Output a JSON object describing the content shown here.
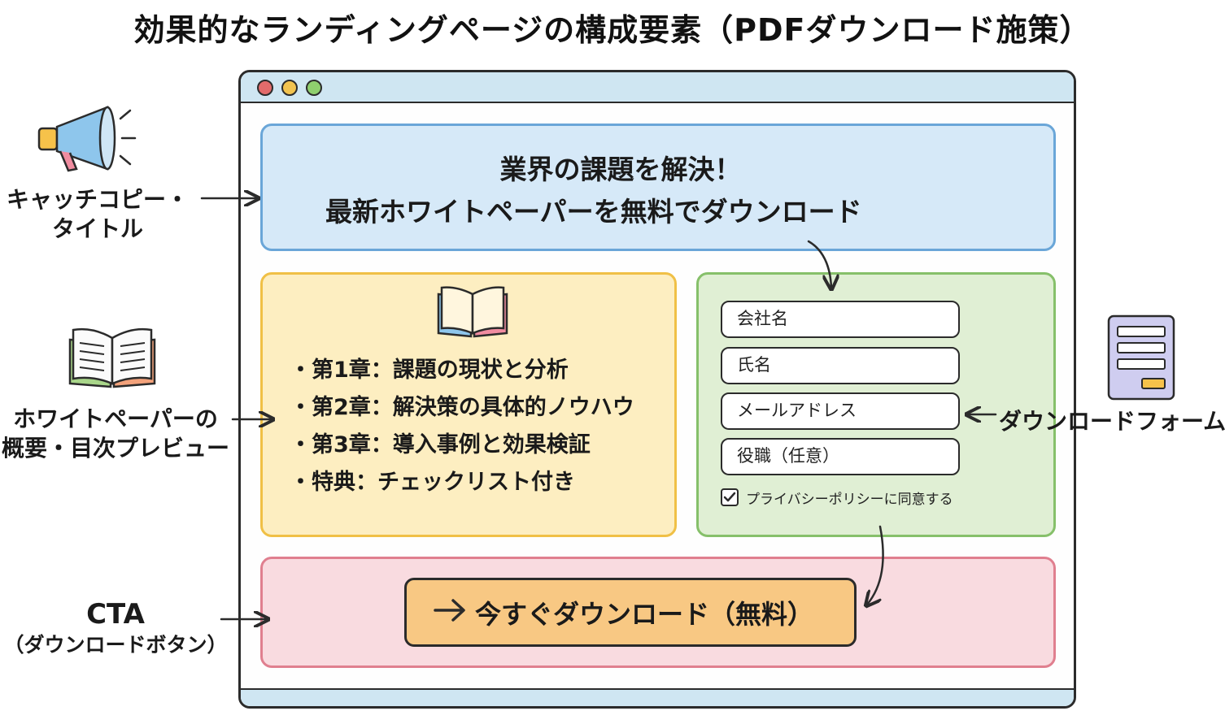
{
  "title": "効果的なランディングページの構成要素（PDFダウンロード施策）",
  "header": {
    "line1": "業界の課題を解決！",
    "line2": "最新ホワイトペーパーを無料でダウンロード"
  },
  "preview": {
    "items": [
      "第1章：課題の現状と分析",
      "第2章：解決策の具体的ノウハウ",
      "第3章：導入事例と効果検証",
      "特典：チェックリスト付き"
    ]
  },
  "form": {
    "fields": [
      "会社名",
      "氏名",
      "メールアドレス",
      "役職（任意）"
    ],
    "checkbox_label": "プライバシーポリシーに同意する",
    "checkbox_checked": true
  },
  "cta": {
    "button_label": "今すぐダウンロード（無料）"
  },
  "callouts": {
    "catchcopy": {
      "line1": "キャッチコピー・",
      "line2": "タイトル"
    },
    "whitepaper": {
      "line1": "ホワイトペーパーの",
      "line2": "概要・目次プレビュー"
    },
    "cta": {
      "line1": "CTA",
      "line2": "（ダウンロードボタン）"
    },
    "form": {
      "line1": "ダウンロードフォーム"
    }
  },
  "colors": {
    "header_fill": "#d6e9f8",
    "preview_fill": "#fdeec1",
    "form_fill": "#e0efd4",
    "cta_fill": "#f9dbe0",
    "button_fill": "#f8c883"
  },
  "icons": [
    "megaphone-icon",
    "open-book-icon",
    "form-document-icon",
    "arrow-right-icon"
  ]
}
